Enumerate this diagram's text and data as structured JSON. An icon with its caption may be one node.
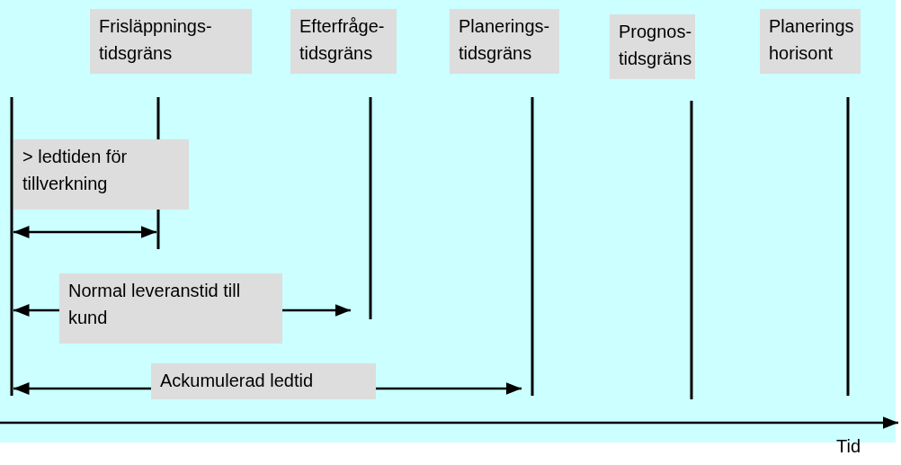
{
  "diagram": {
    "nodes": [
      {
        "text": [
          "Frisläppnings- tidsgräns"
        ]
      },
      {
        "text": [
          "Efterfråge- tidsgräns"
        ]
      },
      {
        "text": [
          "Planerings- tidsgräns"
        ]
      },
      {
        "text": [
          "Prognos- tidsgräns"
        ]
      },
      {
        "text": [
          "Planerings horisont"
        ]
      },
      {
        "text": [
          "> ledtiden för tillverkning"
        ]
      },
      {
        "text": [
          "Normal leveranstid till kund"
        ]
      },
      {
        "text": [
          "Ackumulerad ledtid"
        ]
      }
    ],
    "labels": [
      "Tid"
    ]
  }
}
